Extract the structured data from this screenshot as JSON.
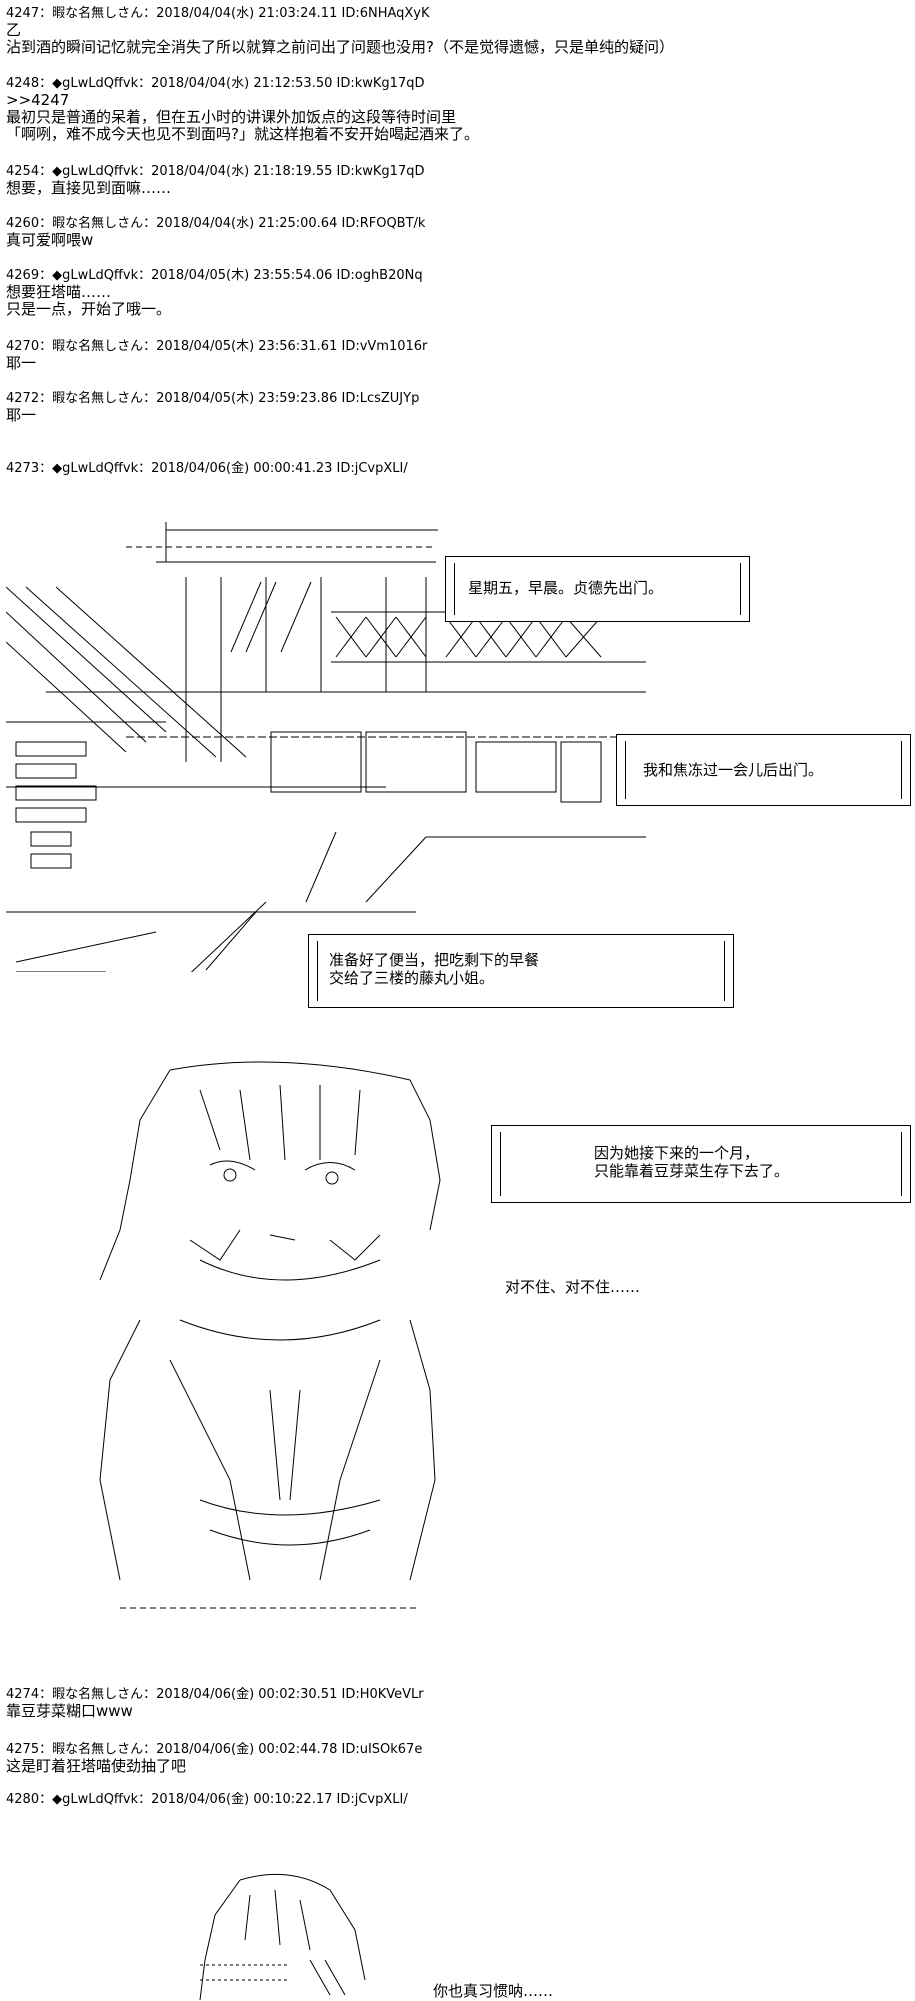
{
  "posts": [
    {
      "header": "4247：暇な名無しさん：2018/04/04(水) 21:03:24.11 ID:6NHAqXyK",
      "lines": [
        "乙",
        "沾到酒的瞬间记忆就完全消失了所以就算之前问出了问题也没用?（不是觉得遗憾，只是单纯的疑问）"
      ]
    },
    {
      "header": "4248：◆gLwLdQffvk：2018/04/04(水) 21:12:53.50 ID:kwKg17qD",
      "lines": [
        ">>4247",
        "最初只是普通的呆着，但在五小时的讲课外加饭点的这段等待时间里",
        "「啊咧，难不成今天也见不到面吗?」就这样抱着不安开始喝起酒来了。"
      ]
    },
    {
      "header": "4254：◆gLwLdQffvk：2018/04/04(水) 21:18:19.55 ID:kwKg17qD",
      "lines": [
        "想要，直接见到面嘛……"
      ]
    },
    {
      "header": "4260：暇な名無しさん：2018/04/04(水) 21:25:00.64 ID:RFOQBT/k",
      "lines": [
        "真可爱啊喂w"
      ]
    },
    {
      "header": "4269：◆gLwLdQffvk：2018/04/05(木) 23:55:54.06 ID:oghB20Nq",
      "lines": [
        "想要狂塔喵……",
        "只是一点，开始了哦一。"
      ]
    },
    {
      "header": "4270：暇な名無しさん：2018/04/05(木) 23:56:31.61 ID:vVm1016r",
      "lines": [
        "耶一"
      ]
    },
    {
      "header": "4272：暇な名無しさん：2018/04/05(木) 23:59:23.86 ID:LcsZUJYp",
      "lines": [
        "耶一"
      ]
    },
    {
      "header": "4273：◆gLwLdQffvk：2018/04/06(金) 00:00:41.23 ID:jCvpXLI/",
      "lines": []
    },
    {
      "header": "4274：暇な名無しさん：2018/04/06(金) 00:02:30.51 ID:H0KVeVLr",
      "lines": [
        "靠豆芽菜糊口www"
      ]
    },
    {
      "header": "4275：暇な名無しさん：2018/04/06(金) 00:02:44.78 ID:uISOk67e",
      "lines": [
        "这是盯着狂塔喵使劲抽了吧"
      ]
    },
    {
      "header": "4280：◆gLwLdQffvk：2018/04/06(金) 00:10:22.17 ID:jCvpXLI/",
      "lines": []
    }
  ],
  "speech": {
    "friday": [
      "星期五，早晨。贞德先出门。"
    ],
    "me_and_jiaodong": [
      "我和焦冻过一会儿后出门。"
    ],
    "lunch": [
      "准备好了便当，把吃剩下的早餐",
      "交给了三楼的藤丸小姐。"
    ],
    "bean_sprouts": [
      "因为她接下来的一个月，",
      "只能靠着豆芽菜生存下去了。"
    ]
  },
  "loose_text": {
    "sorry": "对不住、对不住……",
    "used_to": "你也真习惯呐……"
  },
  "art": {
    "street_scene": "ascii-street-scene",
    "girl_figure": "ascii-girl-figure",
    "second_figure": "ascii-second-figure"
  }
}
